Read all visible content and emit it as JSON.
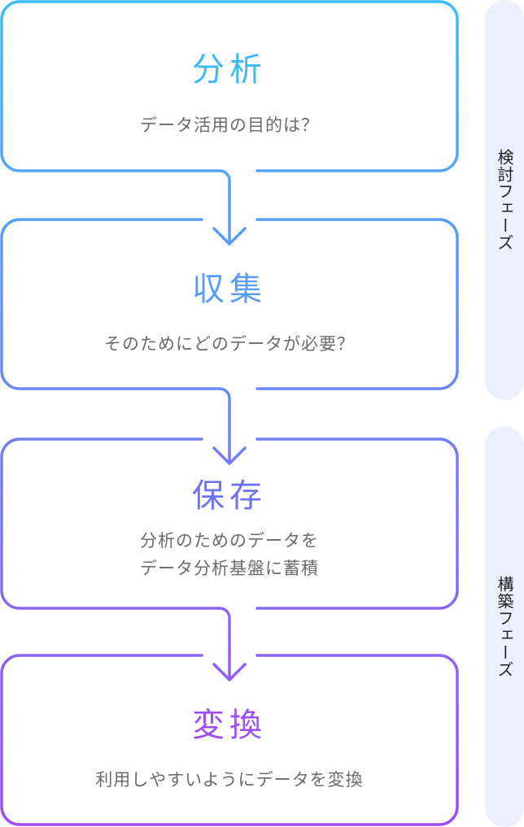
{
  "colors": {
    "gradient_start": "#3CBDF8",
    "gradient_end": "#A24AF5",
    "phase_bg": "#ECEFFD",
    "desc_text": "#6b6b6b",
    "phase_text": "#222222"
  },
  "steps": [
    {
      "title": "分析",
      "description": "データ活用の目的は？",
      "color": "#3DB9F5"
    },
    {
      "title": "収集",
      "description": "そのためにどのデータが必要？",
      "color": "#5A9CF7"
    },
    {
      "title": "保存",
      "description": "分析のためのデータを\nデータ分析基盤に蓄積",
      "color": "#6E72F5"
    },
    {
      "title": "変換",
      "description": "利用しやすいようにデータを変換",
      "color": "#9C4DF5"
    }
  ],
  "phases": [
    {
      "label": "検討フェーズ",
      "steps_covered": [
        "分析",
        "収集"
      ]
    },
    {
      "label": "構築フェーズ",
      "steps_covered": [
        "保存",
        "変換"
      ]
    }
  ],
  "connectors": [
    {
      "from": "分析",
      "to": "収集",
      "icon": "arrow-down"
    },
    {
      "from": "収集",
      "to": "保存",
      "icon": "arrow-down"
    },
    {
      "from": "保存",
      "to": "変換",
      "icon": "arrow-down"
    }
  ]
}
